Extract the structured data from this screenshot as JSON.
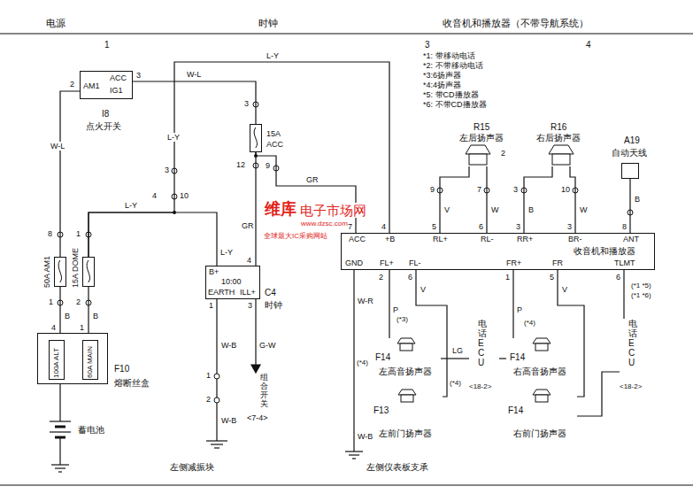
{
  "diagram": {
    "nodes": [
      {
        "text": [
          "AM1",
          "ACC",
          "IG1",
          "I8",
          "点火开关"
        ]
      },
      {
        "text": [
          "15A",
          "ACC"
        ]
      },
      {
        "text": [
          "B+",
          "10:00",
          "EARTH",
          "ILL+",
          "C4",
          "时钟"
        ]
      },
      {
        "text": [
          "ACC",
          "+B",
          "RL+",
          "RL-",
          "RR+",
          "BR-",
          "ANT",
          "收音机和播放器",
          "GND",
          "FL+",
          "FL-",
          "FR+",
          "FR",
          "TLMT"
        ]
      },
      {
        "text": [
          "R15",
          "左后扬声器"
        ]
      },
      {
        "text": [
          "R16",
          "右后扬声器"
        ]
      },
      {
        "text": [
          "A19",
          "自动天线"
        ]
      },
      {
        "text": [
          "50A AM1"
        ]
      },
      {
        "text": [
          "15A DOME"
        ]
      },
      {
        "text": [
          "F10",
          "熔断丝盒"
        ]
      },
      {
        "text": [
          "100A ALT"
        ],
        "in": 9
      },
      {
        "text": [
          "60A MAIN"
        ],
        "in": 9
      },
      {
        "text": [
          "F14",
          "左高音扬声器"
        ]
      },
      {
        "text": [
          "F13",
          "左前门扬声器"
        ]
      },
      {
        "text": [
          "F14",
          "右高音扬声器"
        ]
      },
      {
        "text": [
          "F14",
          "右前门扬声器"
        ]
      },
      {
        "text": [
          "电话ECU",
          "<18-2>"
        ]
      },
      {
        "text": [
          "电话ECU",
          "<18-2>"
        ]
      }
    ],
    "edges": [
      {
        "from": 0,
        "to": 1,
        "arrow": "none",
        "label": "W-L"
      },
      {
        "from": 1,
        "to": 2,
        "arrow": "none",
        "label": "GR"
      },
      {
        "from": 1,
        "to": 3,
        "arrow": "none",
        "label": "GR"
      },
      {
        "from": 0,
        "to": 7,
        "arrow": "none",
        "label": "W-L"
      },
      {
        "from": 8,
        "to": 2,
        "arrow": "none",
        "label": "L-Y"
      },
      {
        "from": 8,
        "to": 3,
        "arrow": "none",
        "label": "L-Y"
      },
      {
        "from": 7,
        "to": 9,
        "arrow": "none",
        "label": "B"
      },
      {
        "from": 8,
        "to": 9,
        "arrow": "none",
        "label": "B"
      },
      {
        "from": 3,
        "to": 4,
        "arrow": "none",
        "label": "V"
      },
      {
        "from": 3,
        "to": 4,
        "arrow": "none",
        "label": "W"
      },
      {
        "from": 3,
        "to": 5,
        "arrow": "none",
        "label": "B"
      },
      {
        "from": 3,
        "to": 5,
        "arrow": "none",
        "label": "W"
      },
      {
        "from": 3,
        "to": 6,
        "arrow": "none",
        "label": "B"
      },
      {
        "from": 3,
        "to": 12,
        "arrow": "none",
        "label": "P"
      },
      {
        "from": 3,
        "to": 13,
        "arrow": "none",
        "label": "V"
      },
      {
        "from": 3,
        "to": 14,
        "arrow": "none",
        "label": "P"
      },
      {
        "from": 3,
        "to": 15,
        "arrow": "none",
        "label": "V"
      },
      {
        "from": 12,
        "to": 16,
        "arrow": "none",
        "label": "LG"
      },
      {
        "from": 14,
        "to": 16,
        "arrow": "none"
      },
      {
        "from": 3,
        "to": 17,
        "arrow": "none"
      },
      {
        "from": 15,
        "to": 17,
        "arrow": "none"
      }
    ],
    "labels": [
      "电源",
      "时钟",
      "收音机和播放器（不带导航系统）",
      "1",
      "3",
      "4",
      "*1: 带移动电话",
      "*2: 不带移动电话",
      "*3:6扬声器",
      "*4:4扬声器",
      "*5: 带CD播放器",
      "*6: 不带CD播放器",
      "2",
      "3",
      "3",
      "12",
      "9",
      "3",
      "4",
      "10",
      "L-Y",
      "L-Y",
      "4",
      "1",
      "3",
      "1",
      "2",
      "W-B",
      "W-B",
      "左侧减振块",
      "G-W",
      "组合开关",
      "<7-4>",
      "8",
      "1",
      "1",
      "2",
      "4",
      "1",
      "蓄电池",
      "7",
      "4",
      "5",
      "6",
      "3",
      "3",
      "8",
      "2",
      "6",
      "1",
      "5",
      "6",
      "(*1 *5)",
      "(*1 *6)",
      "9",
      "7",
      "3",
      "10",
      "2",
      "W-R",
      "W-B",
      "左侧仪表板支承",
      "(*4)",
      "(*3)",
      "(*4)",
      "(*4)",
      "维库",
      "电子市场网",
      "www.dzsc.com",
      "全球最大IC采购网站"
    ]
  }
}
